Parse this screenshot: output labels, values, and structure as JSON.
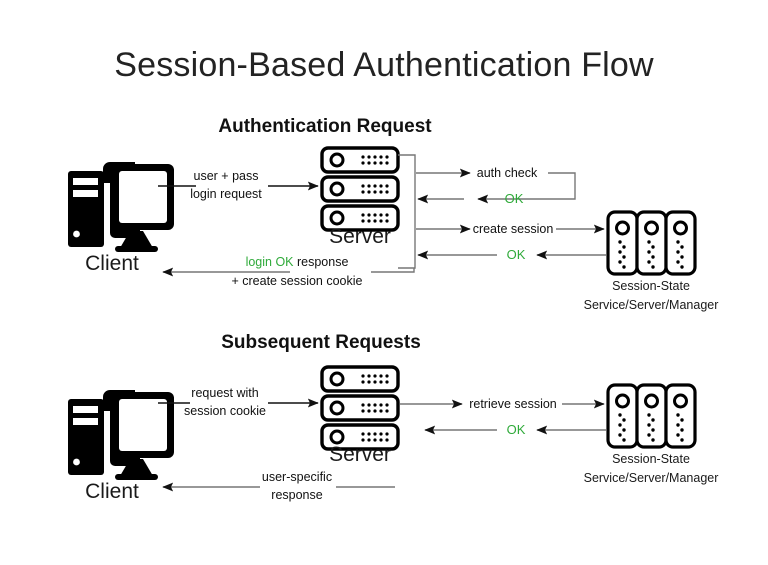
{
  "page": {
    "title": "Session-Based Authentication Flow",
    "background_color": "#ffffff",
    "ink_color": "#111111",
    "accent_green": "#2faa3a"
  },
  "sections": [
    {
      "id": "authentication-request",
      "heading": "Authentication Request"
    },
    {
      "id": "subsequent-requests",
      "heading": "Subsequent Requests"
    }
  ],
  "nodes": {
    "client_top": {
      "label": "Client",
      "icon": "desktop-computer-icon"
    },
    "server_top": {
      "label": "Server",
      "icon": "server-stack-icon"
    },
    "session_store_top": {
      "label_line1": "Session-State",
      "label_line2": "Service/Server/Manager",
      "icon": "session-store-icon"
    },
    "client_bottom": {
      "label": "Client",
      "icon": "desktop-computer-icon"
    },
    "server_bottom": {
      "label": "Server",
      "icon": "server-stack-icon"
    },
    "session_store_bottom": {
      "label_line1": "Session-State",
      "label_line2": "Service/Server/Manager",
      "icon": "session-store-icon"
    }
  },
  "edges": {
    "top": {
      "client_to_server_line1": "user + pass",
      "client_to_server_line2": "login request",
      "auth_check": "auth check",
      "auth_check_ok": "OK",
      "create_session": "create session",
      "create_session_ok": "OK",
      "response_green": "login OK",
      "response_rest": " response",
      "response_line2": "+ create session cookie"
    },
    "bottom": {
      "client_to_server_line1": "request with",
      "client_to_server_line2": "session cookie",
      "retrieve_session": "retrieve session",
      "retrieve_session_ok": "OK",
      "response_line1": "user-specific",
      "response_line2": "response"
    }
  }
}
